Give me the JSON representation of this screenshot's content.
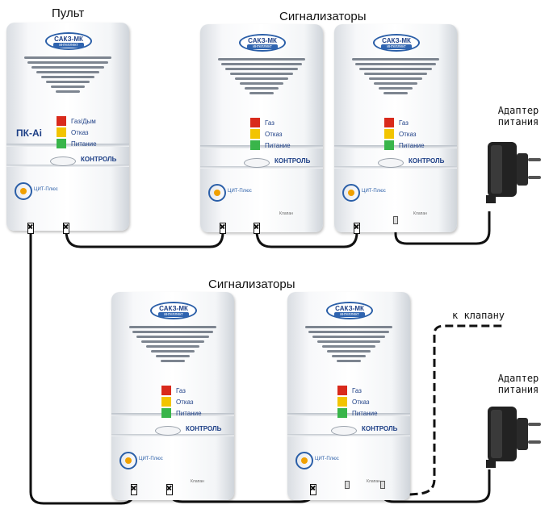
{
  "labels": {
    "remote": "Пульт",
    "sensors_top": "Сигнализаторы",
    "sensors_bottom": "Сигнализаторы",
    "adapter_top_line1": "Адаптер",
    "adapter_top_line2": "питания",
    "adapter_bottom_line1": "Адаптер",
    "adapter_bottom_line2": "питания",
    "valve": "к клапану"
  },
  "devices": [
    {
      "brand": "САКЗ-МК",
      "brand_sub": "интеллект",
      "model": "ПК-Ai",
      "leds": [
        "Газ/Дым",
        "Отказ",
        "Питание"
      ],
      "control": "КОНТРОЛЬ",
      "logo": "ЦИТ-Плюс",
      "valve_text": ""
    },
    {
      "brand": "САКЗ-МК",
      "brand_sub": "интеллект",
      "model": "",
      "leds": [
        "Газ",
        "Отказ",
        "Питание"
      ],
      "control": "КОНТРОЛЬ",
      "logo": "ЦИТ-Плюс",
      "valve_text": "Клапан"
    },
    {
      "brand": "САКЗ-МК",
      "brand_sub": "интеллект",
      "model": "",
      "leds": [
        "Газ",
        "Отказ",
        "Питание"
      ],
      "control": "КОНТРОЛЬ",
      "logo": "ЦИТ-Плюс",
      "valve_text": "Клапан"
    },
    {
      "brand": "САКЗ-МК",
      "brand_sub": "интеллект",
      "model": "",
      "leds": [
        "Газ",
        "Отказ",
        "Питание"
      ],
      "control": "КОНТРОЛЬ",
      "logo": "ЦИТ-Плюс",
      "valve_text": "Клапан"
    },
    {
      "brand": "САКЗ-МК",
      "brand_sub": "интеллект",
      "model": "",
      "leds": [
        "Газ",
        "Отказ",
        "Питание"
      ],
      "control": "КОНТРОЛЬ",
      "logo": "ЦИТ-Плюс",
      "valve_text": "Клапан"
    }
  ],
  "colors": {
    "brand_blue": "#2b5fa8",
    "led_red": "#d92a1c",
    "led_yellow": "#f2c400",
    "led_green": "#39b54a",
    "cable": "#111111"
  }
}
